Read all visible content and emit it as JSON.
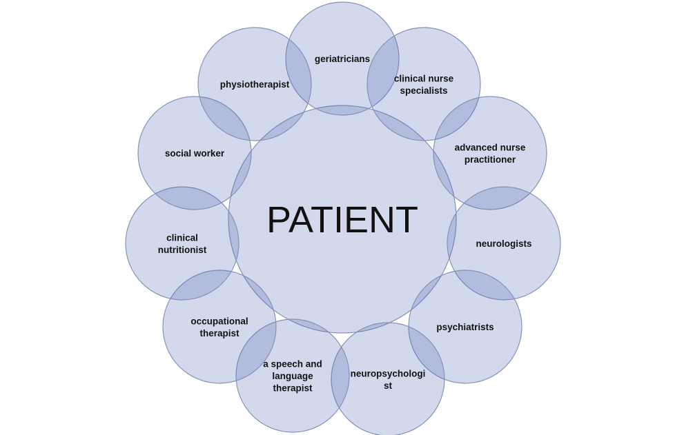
{
  "center": {
    "label": "PATIENT"
  },
  "roles": [
    {
      "lines": [
        "geriatricians"
      ]
    },
    {
      "lines": [
        "clinical nurse",
        "specialists"
      ]
    },
    {
      "lines": [
        "advanced nurse",
        "practitioner"
      ]
    },
    {
      "lines": [
        "neurologists"
      ]
    },
    {
      "lines": [
        "psychiatrists"
      ]
    },
    {
      "lines": [
        "neuropsychologi",
        "st"
      ]
    },
    {
      "lines": [
        "a speech and",
        "language",
        "therapist"
      ]
    },
    {
      "lines": [
        "occupational",
        "therapist"
      ]
    },
    {
      "lines": [
        "clinical",
        "nutritionist"
      ]
    },
    {
      "lines": [
        "social worker"
      ]
    },
    {
      "lines": [
        "physiotherapist"
      ]
    }
  ],
  "colors": {
    "fill": "#4f68b4",
    "stroke": "#8592b5"
  }
}
